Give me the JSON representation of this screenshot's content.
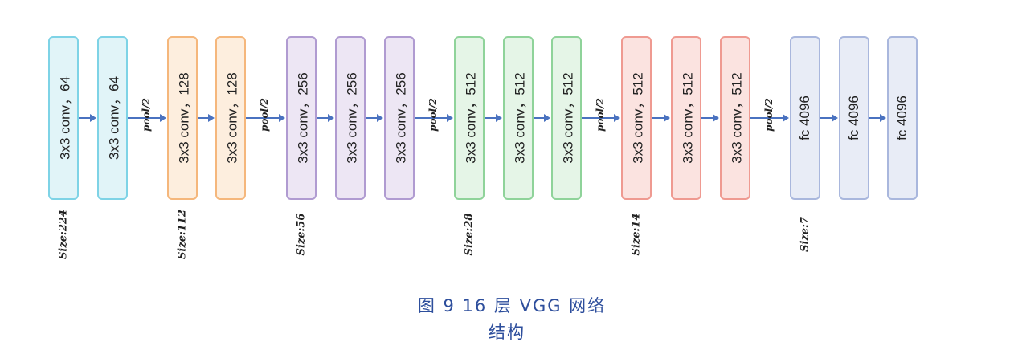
{
  "colors": {
    "arrow": "#4a72c0",
    "caption": "#2d4e9c"
  },
  "blocks": [
    {
      "label": "3x3 conv，64",
      "border": "#7ed3e6",
      "fill": "#e1f4f8"
    },
    {
      "label": "3x3 conv，64",
      "border": "#7ed3e6",
      "fill": "#e1f4f8"
    },
    {
      "label": "3x3 conv，128",
      "border": "#f5b77c",
      "fill": "#fdeede"
    },
    {
      "label": "3x3 conv，128",
      "border": "#f5b77c",
      "fill": "#fdeede"
    },
    {
      "label": "3x3 conv，256",
      "border": "#b09bd1",
      "fill": "#ede6f4"
    },
    {
      "label": "3x3 conv，256",
      "border": "#b09bd1",
      "fill": "#ede6f4"
    },
    {
      "label": "3x3 conv，256",
      "border": "#b09bd1",
      "fill": "#ede6f4"
    },
    {
      "label": "3x3 conv，512",
      "border": "#8fd39a",
      "fill": "#e5f5e7"
    },
    {
      "label": "3x3 conv，512",
      "border": "#8fd39a",
      "fill": "#e5f5e7"
    },
    {
      "label": "3x3 conv，512",
      "border": "#8fd39a",
      "fill": "#e5f5e7"
    },
    {
      "label": "3x3 conv，512",
      "border": "#ef9a91",
      "fill": "#fbe3e0"
    },
    {
      "label": "3x3 conv，512",
      "border": "#ef9a91",
      "fill": "#fbe3e0"
    },
    {
      "label": "3x3 conv，512",
      "border": "#ef9a91",
      "fill": "#fbe3e0"
    },
    {
      "label": "fc 4096",
      "border": "#a9b7dd",
      "fill": "#e8ecf6"
    },
    {
      "label": "fc 4096",
      "border": "#a9b7dd",
      "fill": "#e8ecf6"
    },
    {
      "label": "fc 4096",
      "border": "#a9b7dd",
      "fill": "#e8ecf6"
    }
  ],
  "pool_labels": [
    "pool/2",
    "pool/2",
    "pool/2",
    "pool/2",
    "pool/2"
  ],
  "size_labels": [
    "Size:224",
    "Size:112",
    "Size:56",
    "Size:28",
    "Size:14",
    "Size:7"
  ],
  "caption": {
    "line1": "图 9 16 层 VGG 网络",
    "line2": "结构"
  }
}
